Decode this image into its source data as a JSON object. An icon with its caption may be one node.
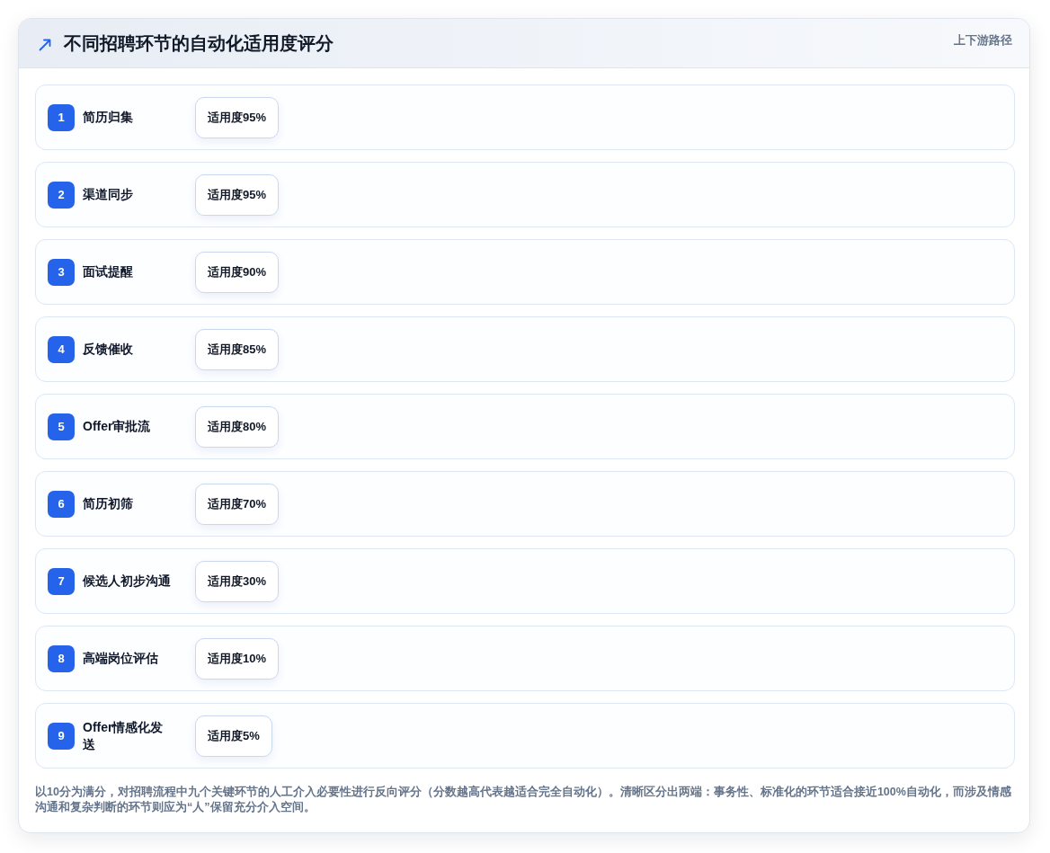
{
  "diagram": {
    "title": "不同招聘环节的自动化适用度评分",
    "caption": "以10分为满分，对招聘流程中九个关键环节的人工介入必要性进行反向评分（分数越高代表越适合完全自动化）。清晰区分出两端：事务性、标准化的环节适合接近100%自动化，而涉及情感沟通和复杂判断的环节则应为“人”保留充分介入空间。",
    "nodes": [
      {
        "text": [
          "简历归集"
        ]
      },
      {
        "text": [
          "1"
        ],
        "in": 0
      },
      {
        "text": [
          "适用度95%"
        ],
        "in": 0
      },
      {
        "text": [
          "渠道同步"
        ]
      },
      {
        "text": [
          "2"
        ],
        "in": 3
      },
      {
        "text": [
          "适用度95%"
        ],
        "in": 3
      },
      {
        "text": [
          "面试提醒"
        ]
      },
      {
        "text": [
          "3"
        ],
        "in": 6
      },
      {
        "text": [
          "适用度90%"
        ],
        "in": 6
      },
      {
        "text": [
          "反馈催收"
        ]
      },
      {
        "text": [
          "4"
        ],
        "in": 9
      },
      {
        "text": [
          "适用度85%"
        ],
        "in": 9
      },
      {
        "text": [
          "Offer审批流"
        ]
      },
      {
        "text": [
          "5"
        ],
        "in": 12
      },
      {
        "text": [
          "适用度80%"
        ],
        "in": 12
      },
      {
        "text": [
          "简历初筛"
        ]
      },
      {
        "text": [
          "6"
        ],
        "in": 15
      },
      {
        "text": [
          "适用度70%"
        ],
        "in": 15
      },
      {
        "text": [
          "候选人初步沟通"
        ]
      },
      {
        "text": [
          "7"
        ],
        "in": 18
      },
      {
        "text": [
          "适用度30%"
        ],
        "in": 18
      },
      {
        "text": [
          "高端岗位评估"
        ]
      },
      {
        "text": [
          "8"
        ],
        "in": 21
      },
      {
        "text": [
          "适用度10%"
        ],
        "in": 21
      },
      {
        "text": [
          "Offer情感化发送"
        ]
      },
      {
        "text": [
          "9"
        ],
        "in": 24
      },
      {
        "text": [
          "适用度5%"
        ],
        "in": 24
      }
    ],
    "edges": [],
    "labels": [
      "上下游路径"
    ]
  }
}
